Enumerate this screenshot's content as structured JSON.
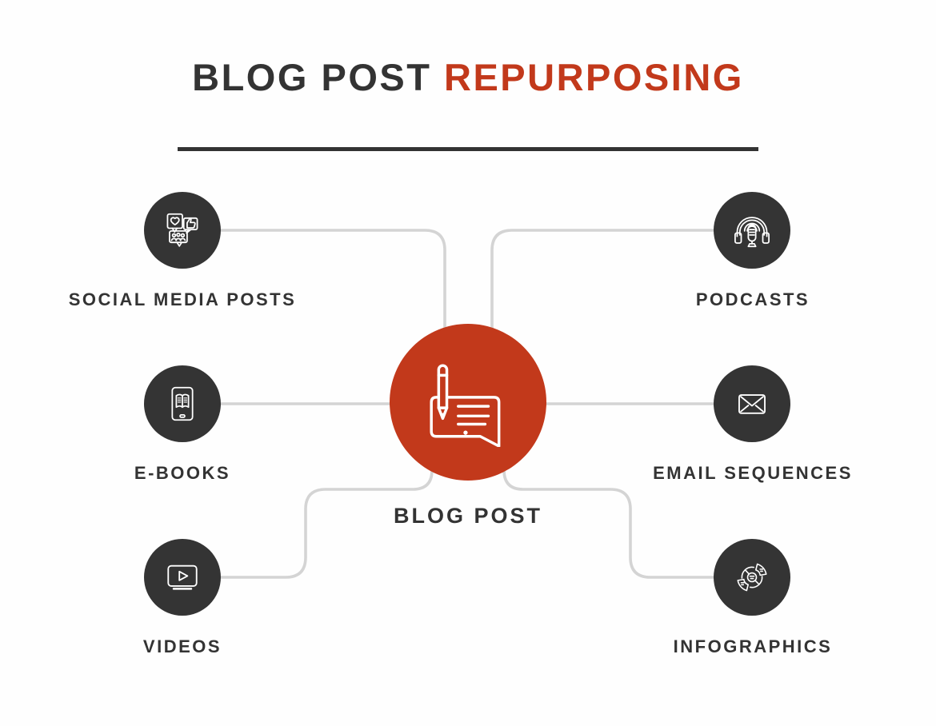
{
  "title": {
    "part1": "BLOG POST",
    "part2": "REPURPOSING"
  },
  "center": {
    "label": "BLOG POST",
    "icon": "blog-post-pencil-icon"
  },
  "nodes": [
    {
      "id": "social-media-posts",
      "label": "SOCIAL MEDIA POSTS",
      "icon": "social-media-icon",
      "position": "top-left"
    },
    {
      "id": "podcasts",
      "label": "PODCASTS",
      "icon": "podcast-icon",
      "position": "top-right"
    },
    {
      "id": "e-books",
      "label": "E-BOOKS",
      "icon": "ebook-icon",
      "position": "middle-left"
    },
    {
      "id": "email-sequences",
      "label": "EMAIL SEQUENCES",
      "icon": "email-icon",
      "position": "middle-right"
    },
    {
      "id": "videos",
      "label": "VIDEOS",
      "icon": "video-icon",
      "position": "bottom-left"
    },
    {
      "id": "infographics",
      "label": "INFOGRAPHICS",
      "icon": "infographic-icon",
      "position": "bottom-right"
    }
  ],
  "colors": {
    "accent_red": "#c2391b",
    "dark_circle": "#343434",
    "text_dark": "#333333",
    "connector_gray": "#d4d4d4",
    "background": "#ffffff"
  }
}
